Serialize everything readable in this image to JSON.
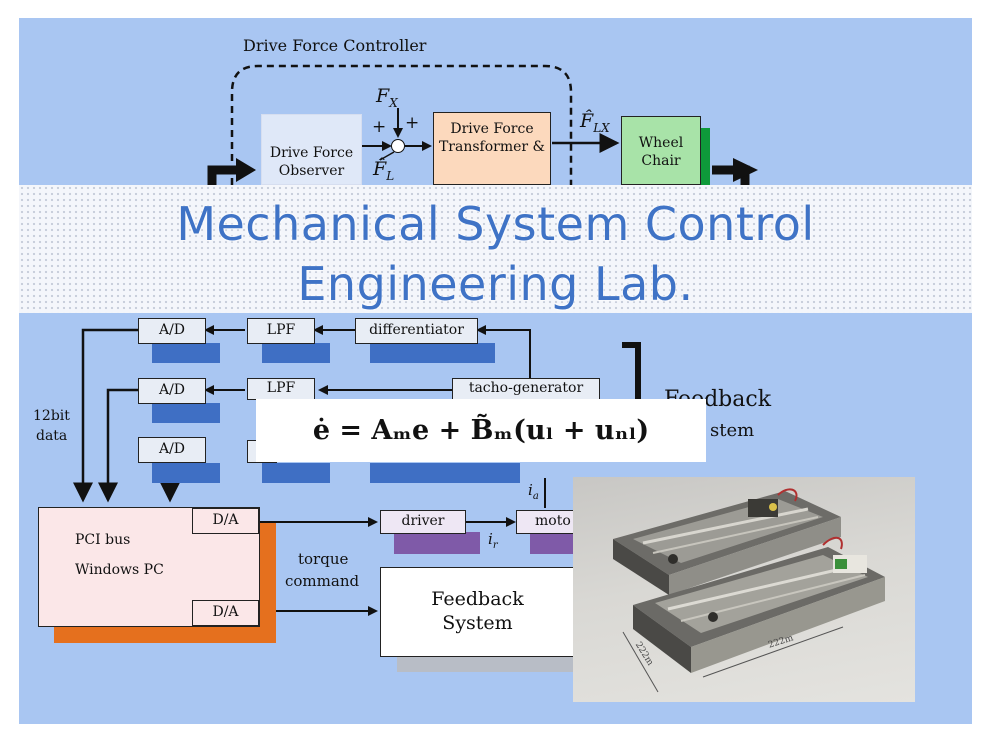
{
  "top_diagram": {
    "controller_label": "Drive Force Controller",
    "observer_label": "Drive Force Observer",
    "transformer_label": "Drive Force Transformer &",
    "wheelchair_label": "Wheel Chair",
    "fx_label": "F",
    "fx_sub": "X",
    "fl_label": "F̂",
    "fl_sub": "L",
    "flx_label": "F̂",
    "flx_sub": "LX",
    "plus1": "+",
    "plus2": "+"
  },
  "banner": {
    "title_line1": "Mechanical System Control",
    "title_line2": "Engineering Lab."
  },
  "bottom_diagram": {
    "ad_labels": [
      "A/D",
      "A/D",
      "A/D"
    ],
    "lpf_labels": [
      "LPF",
      "LPF"
    ],
    "differentiator": "differentiator",
    "tacho": "tacho-generator",
    "feedback_side_1": "Feedback",
    "feedback_side_2": "stem",
    "bits_line1": "12bit",
    "bits_line2": "data",
    "pc_line1": "PCI bus",
    "pc_line2": "Windows PC",
    "da_labels": [
      "D/A",
      "D/A"
    ],
    "driver": "driver",
    "motor": "moto",
    "ia": "i",
    "ia_sub": "a",
    "ir": "i",
    "ir_sub": "r",
    "torque_line1": "torque",
    "torque_line2": "command",
    "feedback_box_1": "Feedback",
    "feedback_box_2": "System"
  },
  "formula": "ė = Aₘe + B̃ₘ(uₗ + uₙₗ)",
  "photo": {
    "dim_left": "222m",
    "dim_right": "222m"
  }
}
